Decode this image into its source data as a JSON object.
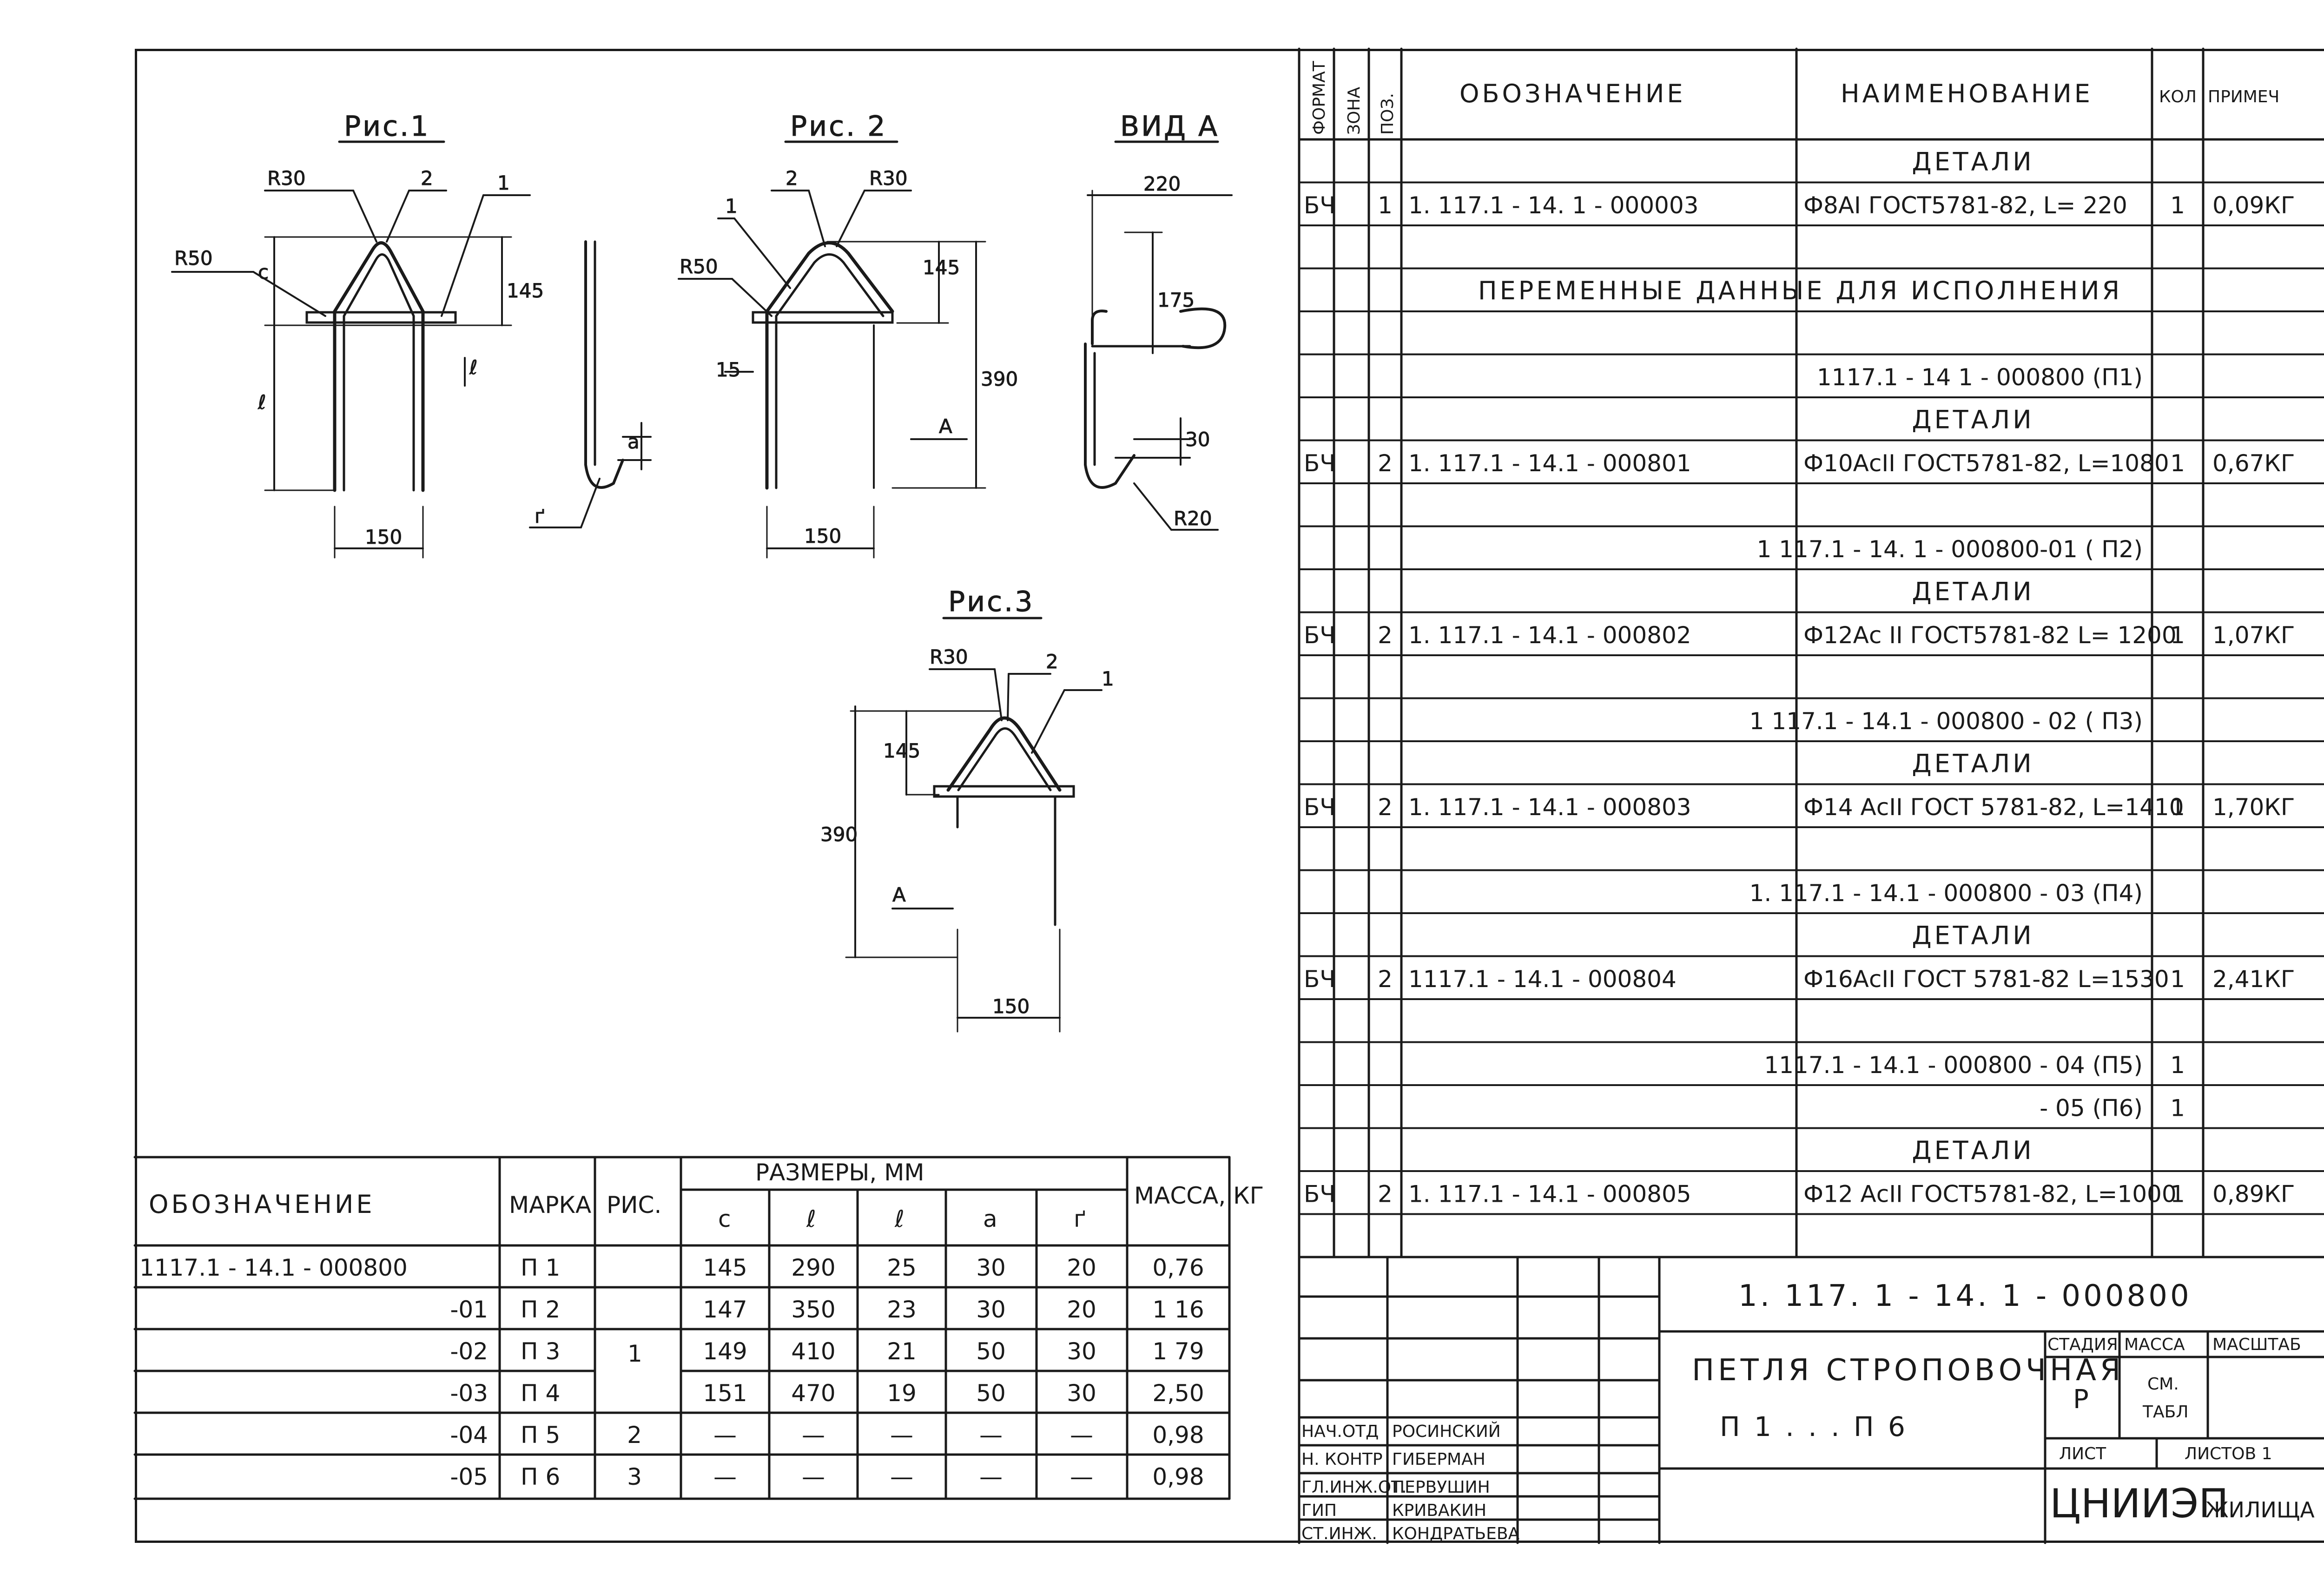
{
  "figures": {
    "fig1": {
      "title": "Рис.1",
      "r30": "R30",
      "pos2": "2",
      "pos1": "1",
      "r50": "R50",
      "c": "c",
      "dim145": "145",
      "l": "ℓ",
      "b": "ℓ",
      "dim150": "150",
      "a": "a",
      "r": "ґ"
    },
    "fig2": {
      "title": "Рис. 2",
      "pos1": "1",
      "pos2": "2",
      "r30": "R30",
      "r50": "R50",
      "dim145": "145",
      "dim15": "15",
      "dim390": "390",
      "section": "A",
      "dim150": "150"
    },
    "viewA": {
      "title": "ВИД А",
      "dim220": "220",
      "dim175": "175",
      "dim30": "30",
      "r20": "R20"
    },
    "fig3": {
      "title": "Рис.3",
      "r30": "R30",
      "pos2": "2",
      "pos1": "1",
      "dim145": "145",
      "dim390": "390",
      "section": "A",
      "dim150": "150"
    }
  },
  "size_table": {
    "headers": {
      "designation": "ОБОЗНАЧЕНИЕ",
      "mark": "МАРКА",
      "fig": "РИС.",
      "sizes": "РАЗМЕРЫ,  ММ",
      "c": "c",
      "l": "ℓ",
      "b": "ℓ",
      "a": "a",
      "r": "ґ",
      "mass": "МАССА, КГ"
    },
    "rows": [
      {
        "designation": "1117.1 - 14.1 - 000800",
        "mark": "П 1",
        "c": "145",
        "l": "290",
        "b": "25",
        "a": "30",
        "r": "20",
        "mass": "0,76"
      },
      {
        "designation": "-01",
        "mark": "П 2",
        "c": "147",
        "l": "350",
        "b": "23",
        "a": "30",
        "r": "20",
        "mass": "1 16"
      },
      {
        "designation": "-02",
        "mark": "П 3",
        "c": "149",
        "l": "410",
        "b": "21",
        "a": "50",
        "r": "30",
        "mass": "1 79"
      },
      {
        "designation": "-03",
        "mark": "П 4",
        "c": "151",
        "l": "470",
        "b": "19",
        "a": "50",
        "r": "30",
        "mass": "2,50"
      },
      {
        "designation": "-04",
        "mark": "П 5",
        "fig": "2",
        "c": "—",
        "l": "—",
        "b": "—",
        "a": "—",
        "r": "—",
        "mass": "0,98"
      },
      {
        "designation": "-05",
        "mark": "П 6",
        "fig": "3",
        "c": "—",
        "l": "—",
        "b": "—",
        "a": "—",
        "r": "—",
        "mass": "0,98"
      }
    ],
    "fig_merged": "1"
  },
  "spec": {
    "headers": {
      "format": "ФОРМАТ",
      "zone": "ЗОНА",
      "pos": "ПОЗ.",
      "designation": "ОБОЗНАЧЕНИЕ",
      "name": "НАИМЕНОВАНИЕ",
      "qty": "КОЛ",
      "note": "ПРИМЕЧ"
    },
    "rows": [
      {
        "kind": "section",
        "name": "ДЕТАЛИ"
      },
      {
        "kind": "item",
        "format": "БЧ",
        "pos": "1",
        "designation": "1. 117.1 - 14. 1 - 000003",
        "name": "Ф8АI  ГОСТ5781-82, L= 220",
        "qty": "1",
        "note": "0,09КГ"
      },
      {
        "kind": "blank"
      },
      {
        "kind": "wide",
        "text": "ПЕРЕМЕННЫЕ  ДАННЫЕ ДЛЯ  ИСПОЛНЕНИЯ"
      },
      {
        "kind": "blank"
      },
      {
        "kind": "ref",
        "name": "1117.1 - 14 1 - 000800 (П1)"
      },
      {
        "kind": "section",
        "name": "ДЕТАЛИ"
      },
      {
        "kind": "item",
        "format": "БЧ",
        "pos": "2",
        "designation": "1. 117.1 - 14.1 - 000801",
        "name": "Ф10АсII  ГОСТ5781-82,  L=1080",
        "qty": "1",
        "note": "0,67КГ"
      },
      {
        "kind": "blank"
      },
      {
        "kind": "ref",
        "name": "1 117.1 - 14. 1 - 000800-01 ( П2)"
      },
      {
        "kind": "section",
        "name": "ДЕТАЛИ"
      },
      {
        "kind": "item",
        "format": "БЧ",
        "pos": "2",
        "designation": "1. 117.1 - 14.1  -  000802",
        "name": "Ф12Ас II ГОСТ5781-82    L= 1200",
        "qty": "1",
        "note": "1,07КГ"
      },
      {
        "kind": "blank"
      },
      {
        "kind": "ref",
        "name": "1 117.1 - 14.1 - 000800 - 02 ( П3)"
      },
      {
        "kind": "section",
        "name": "ДЕТАЛИ"
      },
      {
        "kind": "item",
        "format": "БЧ",
        "pos": "2",
        "designation": "1. 117.1 - 14.1  -  000803",
        "name": "Ф14 АсII ГОСТ 5781-82,   L=1410",
        "qty": "1",
        "note": "1,70КГ"
      },
      {
        "kind": "blank"
      },
      {
        "kind": "ref",
        "name": "1. 117.1 - 14.1 - 000800 - 03 (П4)"
      },
      {
        "kind": "section",
        "name": "ДЕТАЛИ"
      },
      {
        "kind": "item",
        "format": "БЧ",
        "pos": "2",
        "designation": "1117.1 - 14.1  -  000804",
        "name": "Ф16АсII ГОСТ  5781-82   L=1530",
        "qty": "1",
        "note": "2,41КГ"
      },
      {
        "kind": "blank"
      },
      {
        "kind": "ref",
        "name": "1117.1 - 14.1 - 000800 - 04 (П5)",
        "qty": "1"
      },
      {
        "kind": "ref",
        "name": "- 05 (П6)",
        "qty": "1"
      },
      {
        "kind": "section",
        "name": "ДЕТАЛИ"
      },
      {
        "kind": "item",
        "format": "БЧ",
        "pos": "2",
        "designation": "1. 117.1 - 14.1 - 000805",
        "name": "Ф12 АсII ГОСТ5781-82, L=1000",
        "qty": "1",
        "note": "0,89КГ"
      },
      {
        "kind": "blank"
      }
    ]
  },
  "title_block": {
    "code": "1. 117. 1 - 14. 1  -  000800",
    "title_line1": "ПЕТЛЯ  СТРОПОВОЧНАЯ",
    "title_line2": "П 1   . . .    П 6",
    "stage_label": "СТАДИЯ",
    "mass_label": "МАССА",
    "scale_label": "МАСШТАБ",
    "stage": "Р",
    "mass_value_1": "СМ.",
    "mass_value_2": "ТАБЛ",
    "sheet_label": "ЛИСТ",
    "sheets_label": "ЛИСТОВ  1",
    "org_main": "ЦНИИЭП",
    "org_sub": "ЖИЛИЩА",
    "signers": [
      {
        "role": "НАЧ.ОТД",
        "name": "РОСИНСКИЙ"
      },
      {
        "role": "Н. КОНТР",
        "name": "ГИБЕРМАН"
      },
      {
        "role": "ГЛ.ИНЖ.ОТ.",
        "name": "ПЕРВУШИН"
      },
      {
        "role": "ГИП",
        "name": "КРИВАКИН"
      },
      {
        "role": "СТ.ИНЖ.",
        "name": "КОНДРАТЬЕВА"
      }
    ]
  },
  "colors": {
    "ink": "#1a1a1a"
  }
}
